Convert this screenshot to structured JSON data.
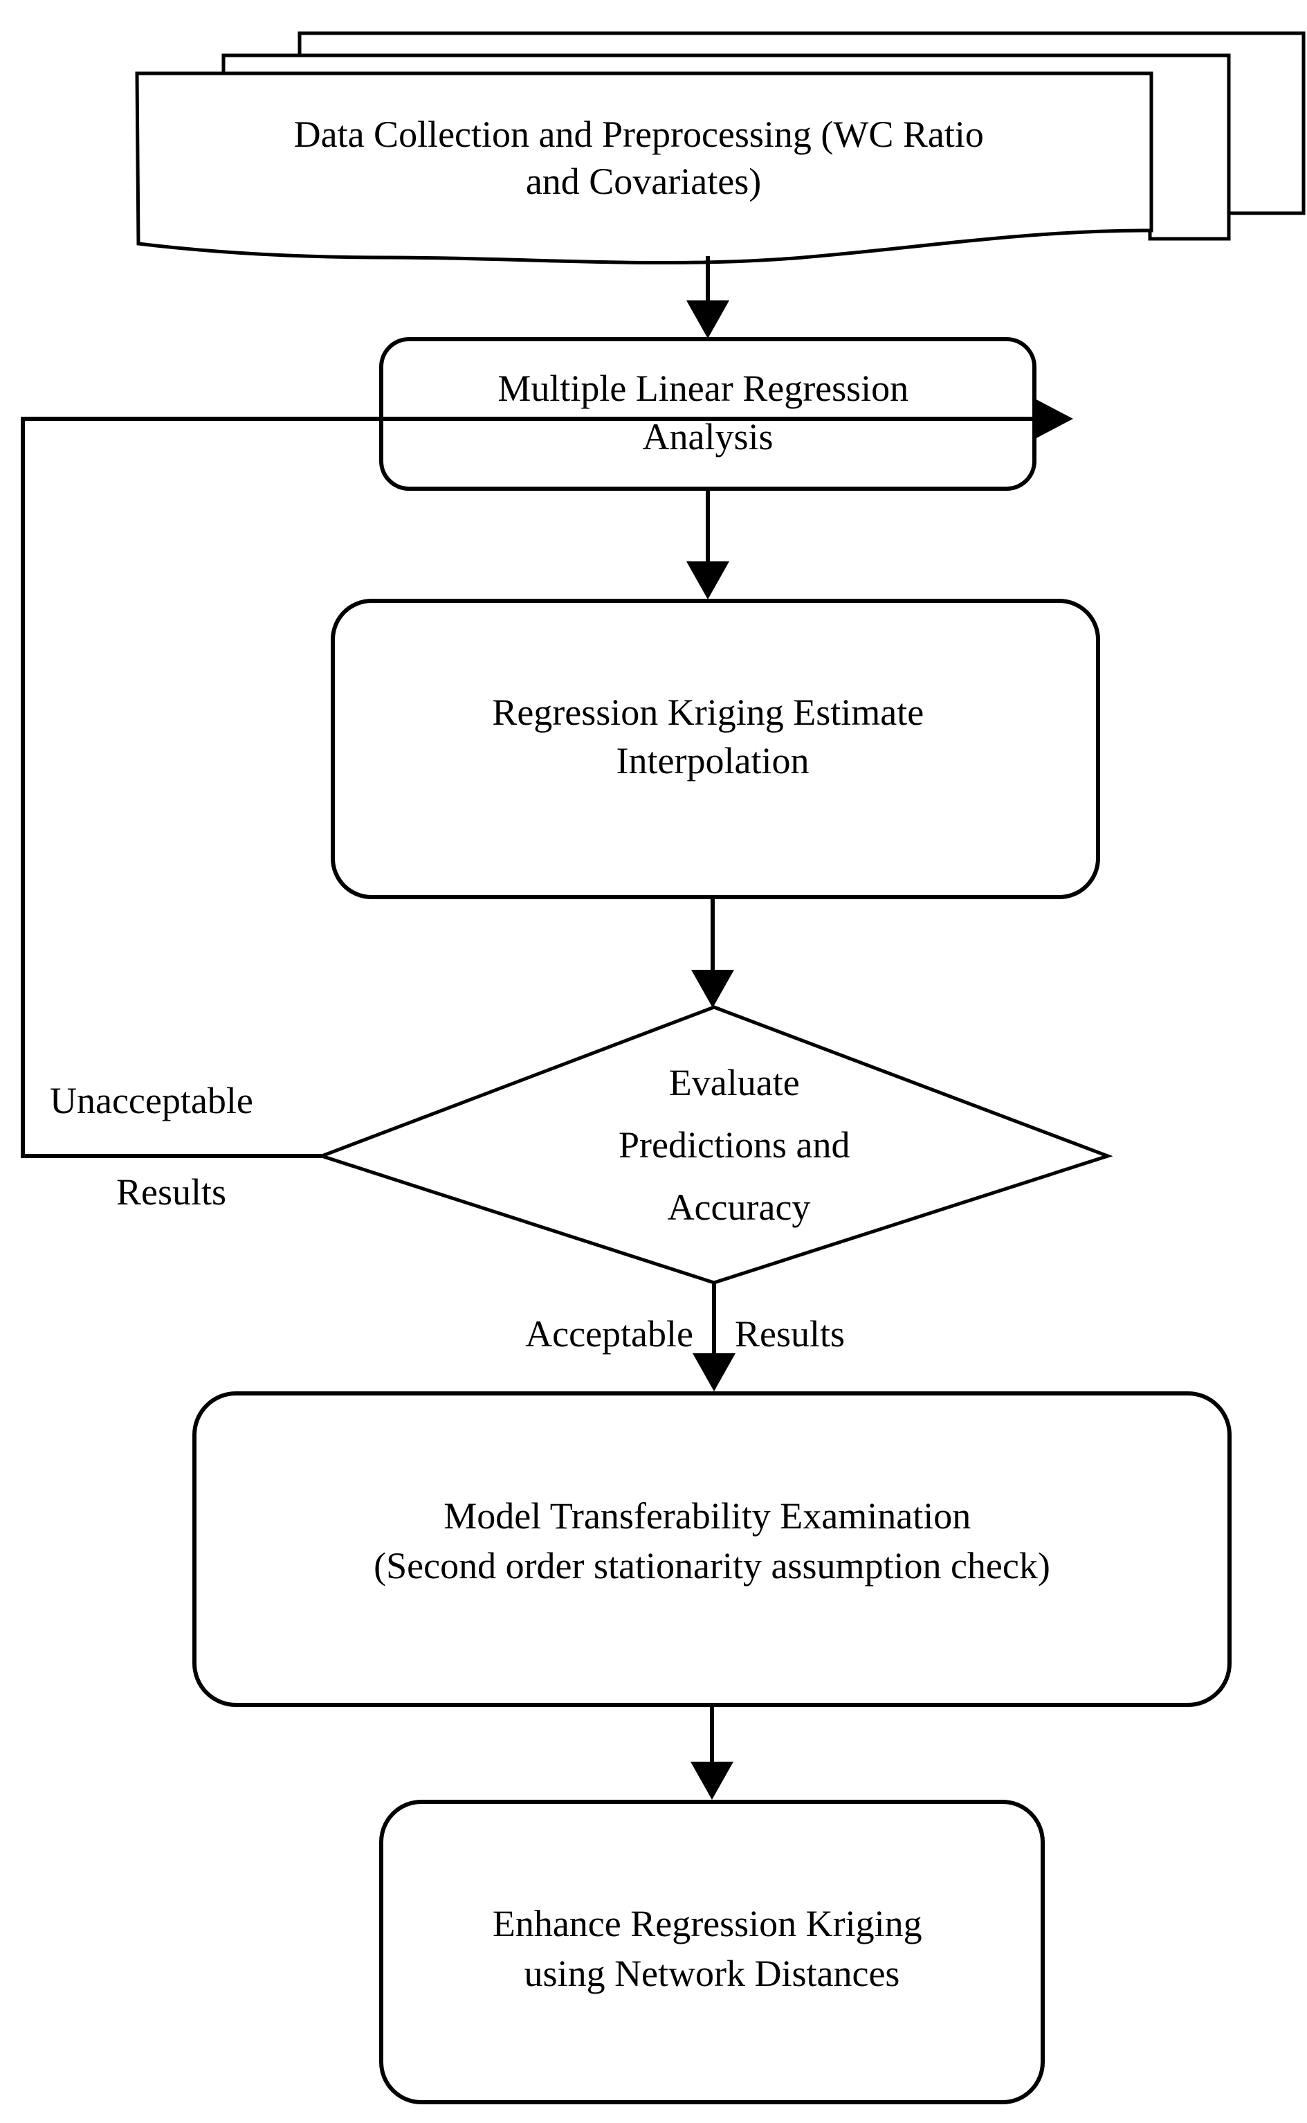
{
  "diagram": {
    "title": "Regression Kriging Methodology Flowchart",
    "background_color": "#ffffff",
    "line_color": "#000000",
    "nodes": {
      "data_collection": {
        "shape": "multi-document",
        "line1": "Data Collection and Preprocessing (WC Ratio",
        "line2": "and Covariates)"
      },
      "mlr": {
        "shape": "rounded-rectangle",
        "line1": "Multiple Linear Regression",
        "line2": "Analysis"
      },
      "kriging_interpolation": {
        "shape": "rounded-rectangle",
        "line1": "Regression Kriging Estimate",
        "line2": "Interpolation"
      },
      "evaluate": {
        "shape": "diamond",
        "line1": "Evaluate",
        "line2": "Predictions and",
        "line3": "Accuracy"
      },
      "transferability": {
        "shape": "rounded-rectangle",
        "line1": "Model Transferability Examination",
        "line2": "(Second order stationarity assumption check)"
      },
      "enhance": {
        "shape": "rounded-rectangle",
        "line1": "Enhance Regression Kriging",
        "line2": "using Network Distances"
      }
    },
    "edge_labels": {
      "unacceptable_line1": "Unacceptable",
      "unacceptable_line2": "Results",
      "acceptable_word": "Acceptable",
      "results_word": "Results"
    },
    "edges": [
      {
        "from": "data_collection",
        "to": "mlr",
        "label": ""
      },
      {
        "from": "mlr",
        "to": "kriging_interpolation",
        "label": ""
      },
      {
        "from": "kriging_interpolation",
        "to": "evaluate",
        "label": ""
      },
      {
        "from": "evaluate",
        "to": "mlr",
        "label": "Unacceptable Results"
      },
      {
        "from": "evaluate",
        "to": "transferability",
        "label": "Acceptable Results"
      },
      {
        "from": "transferability",
        "to": "enhance",
        "label": ""
      }
    ]
  }
}
